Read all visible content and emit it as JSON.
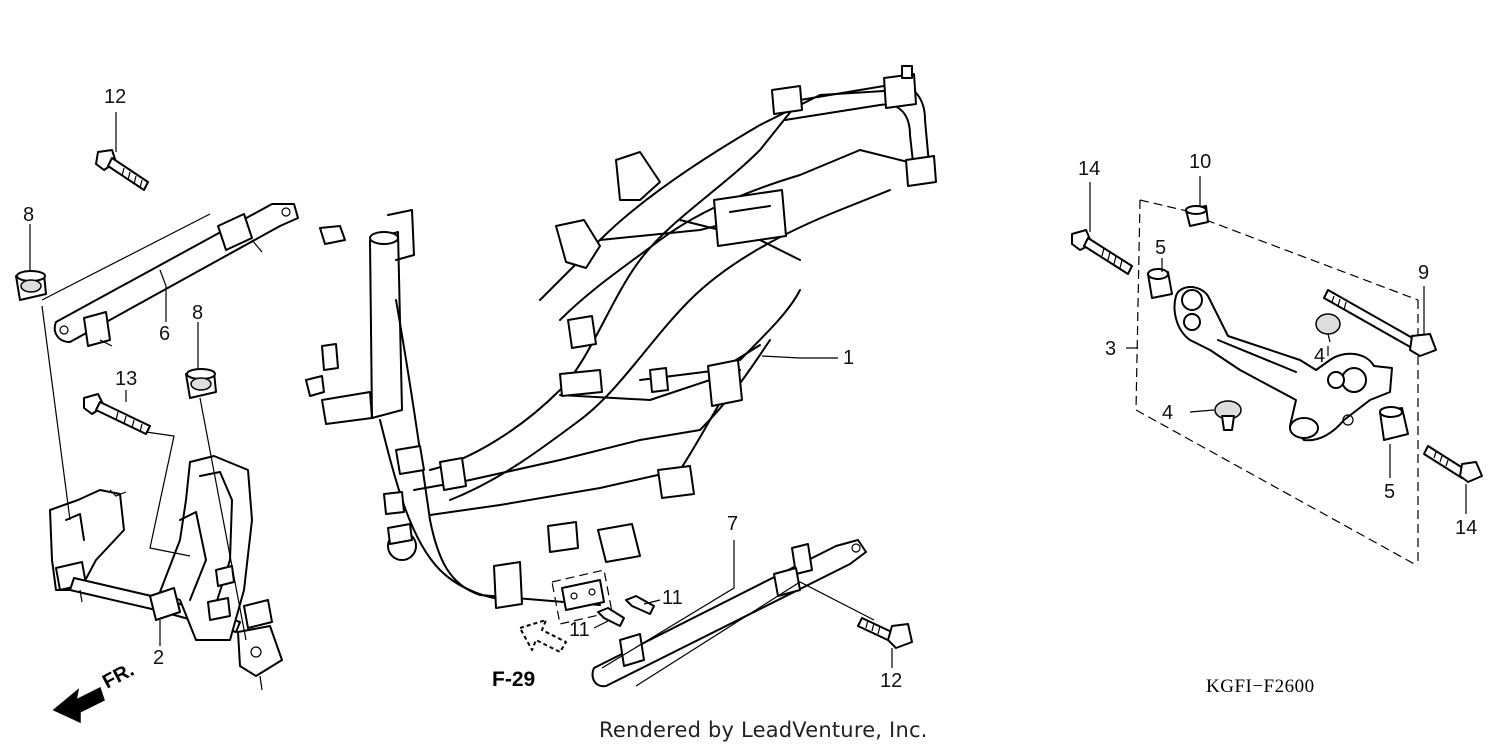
{
  "callouts": {
    "c1": "1",
    "c2": "2",
    "c3": "3",
    "c4a": "4",
    "c4b": "4",
    "c5a": "5",
    "c5b": "5",
    "c6": "6",
    "c7": "7",
    "c8a": "8",
    "c8b": "8",
    "c9": "9",
    "c10": "10",
    "c11a": "11",
    "c11b": "11",
    "c12a": "12",
    "c12b": "12",
    "c13": "13",
    "c14a": "14",
    "c14b": "14"
  },
  "front_arrow": {
    "label": "FR."
  },
  "reference": {
    "label": "F-29"
  },
  "diagram_code": "KGFI−F2600",
  "credit": "Rendered by LeadVenture, Inc."
}
